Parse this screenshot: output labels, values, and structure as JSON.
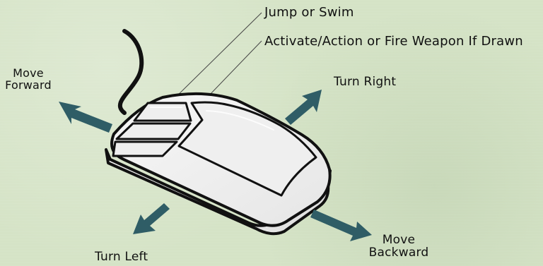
{
  "labels": {
    "jump_or_swim": "Jump or Swim",
    "activate_action_or_fire_weapon": "Activate/Action or Fire Weapon If Drawn",
    "move_forward_line_1": "Move",
    "move_forward_line_2": "Forward",
    "turn_right": "Turn Right",
    "move_backward_line_1": "Move",
    "move_backward_line_2": "Backward",
    "turn_left": "Turn Left"
  },
  "colors": {
    "background": "#d5e3c6",
    "mouse_fill": "#ececec",
    "mouse_outline": "#111111",
    "arrow_fill": "#2f5d66",
    "leader_line": "#444444"
  },
  "icons": {
    "forward": "arrow-up-left-icon",
    "right": "arrow-up-right-icon",
    "left": "arrow-down-left-icon",
    "backward": "arrow-down-right-icon",
    "device": "mouse-icon"
  }
}
